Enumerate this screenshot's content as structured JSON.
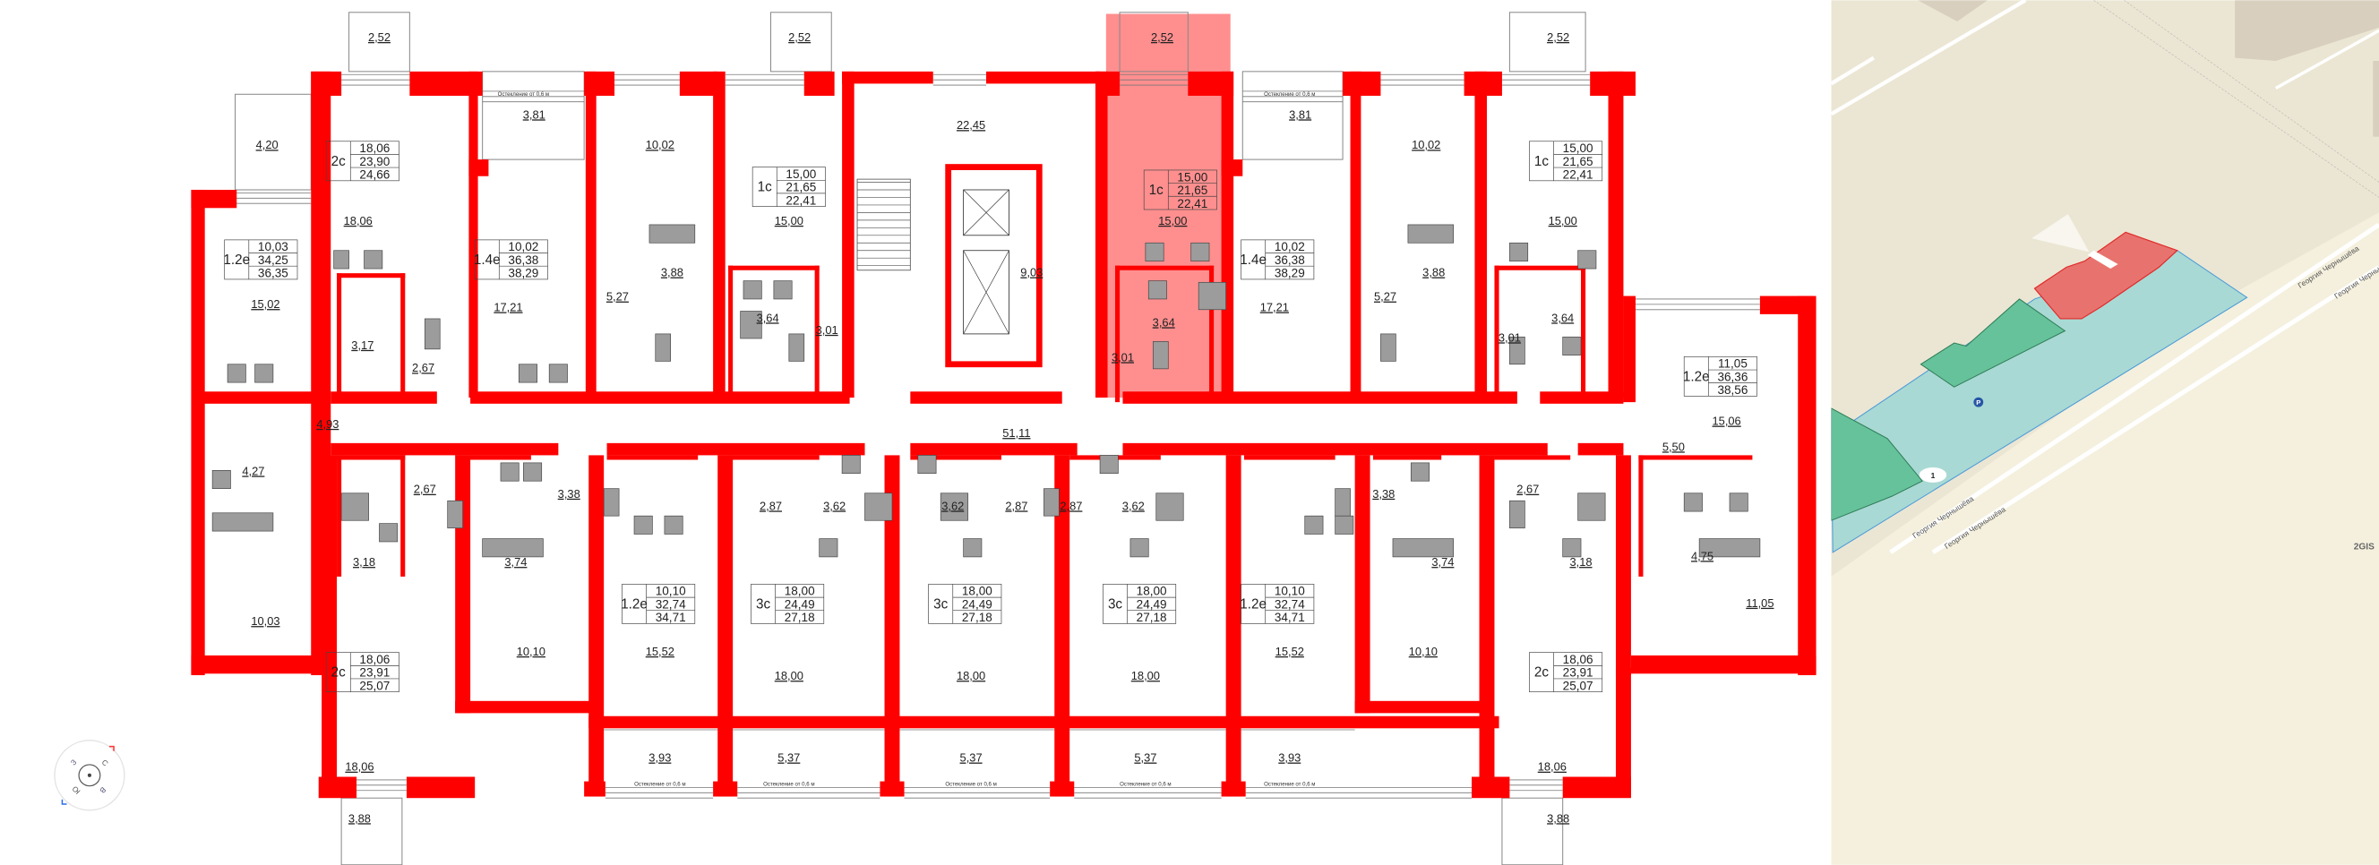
{
  "colors": {
    "wall": "#ff0000",
    "highlight": "#ff6a6a",
    "map_bg": "#ebe6d3",
    "parcel": "#a9d9d4",
    "building_selected": "#e8736e",
    "building_other": "#66c29a"
  },
  "floor_plan": {
    "glazing_note": "Остекление от 0,6 м",
    "selected_apartment": {
      "type": "1с",
      "living": "15,00",
      "total": "21,65",
      "total_with_balcony": "22,41"
    },
    "apartments": [
      {
        "type": "2с",
        "values": [
          "18,06",
          "23,90",
          "24,66"
        ]
      },
      {
        "type": "1с",
        "values": [
          "15,00",
          "21,65",
          "22,41"
        ]
      },
      {
        "type": "1с",
        "values": [
          "15,00",
          "21,65",
          "22,41"
        ],
        "selected": true
      },
      {
        "type": "1с",
        "values": [
          "15,00",
          "21,65",
          "22,41"
        ]
      },
      {
        "type": "1.2е",
        "values": [
          "10,03",
          "34,25",
          "36,35"
        ]
      },
      {
        "type": "1.4е",
        "values": [
          "10,02",
          "36,38",
          "38,29"
        ]
      },
      {
        "type": "1.4е",
        "values": [
          "10,02",
          "36,38",
          "38,29"
        ]
      },
      {
        "type": "1.2е",
        "values": [
          "11,05",
          "36,36",
          "38,56"
        ]
      },
      {
        "type": "1.2е",
        "values": [
          "10,10",
          "32,74",
          "34,71"
        ]
      },
      {
        "type": "3с",
        "values": [
          "18,00",
          "24,49",
          "27,18"
        ]
      },
      {
        "type": "3с",
        "values": [
          "18,00",
          "24,49",
          "27,18"
        ]
      },
      {
        "type": "3с",
        "values": [
          "18,00",
          "24,49",
          "27,18"
        ]
      },
      {
        "type": "1.2е",
        "values": [
          "10,10",
          "32,74",
          "34,71"
        ]
      },
      {
        "type": "2с",
        "values": [
          "18,06",
          "23,91",
          "25,07"
        ]
      },
      {
        "type": "2с",
        "values": [
          "18,06",
          "23,91",
          "25,07"
        ]
      }
    ],
    "room_areas": [
      "2,52",
      "2,52",
      "2,52",
      "2,52",
      "3,81",
      "3,81",
      "4,20",
      "22,45",
      "10,02",
      "10,02",
      "18,06",
      "15,00",
      "15,00",
      "15,00",
      "15,02",
      "17,21",
      "17,21",
      "3,88",
      "3,88",
      "5,27",
      "5,27",
      "9,03",
      "3,64",
      "3,64",
      "3,64",
      "3,01",
      "3,01",
      "3,01",
      "3,17",
      "2,67",
      "4,93",
      "51,11",
      "15,06",
      "5,50",
      "4,27",
      "2,67",
      "2,67",
      "3,38",
      "3,38",
      "2,87",
      "2,87",
      "2,87",
      "3,62",
      "3,62",
      "3,62",
      "3,18",
      "3,18",
      "3,74",
      "3,74",
      "4,75",
      "11,05",
      "10,03",
      "10,10",
      "10,10",
      "15,52",
      "15,52",
      "18,00",
      "18,00",
      "18,00",
      "18,06",
      "18,06",
      "3,93",
      "3,93",
      "5,37",
      "5,37",
      "5,37",
      "3,88",
      "3,88"
    ]
  },
  "compass": {
    "north": "С",
    "east": "В",
    "south": "Ю",
    "west": "З"
  },
  "map": {
    "street_name": "Георгия Чернышёва",
    "parking_label": "P",
    "entrance_marker": "1",
    "attribution": "2GIS"
  }
}
